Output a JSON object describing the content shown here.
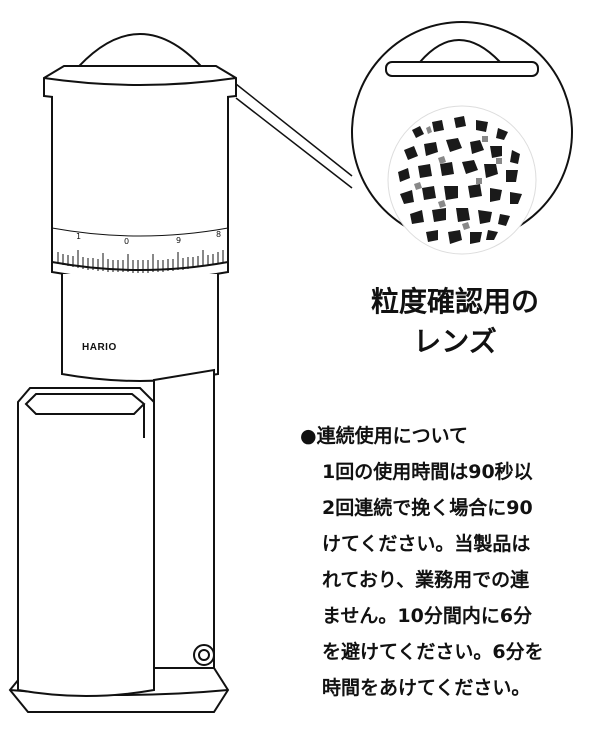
{
  "brand": "HARIO",
  "dial_numbers": [
    "1",
    "0",
    "9",
    "8"
  ],
  "lens_caption": {
    "line1": "粒度確認用の",
    "line2": "レンズ"
  },
  "usage_note": {
    "heading": "●連続使用について",
    "lines": [
      "1回の使用時間は90秒以",
      "2回連続で挽く場合に90",
      "けてください。当製品は",
      "れており、業務用での連",
      "ません。10分間内に6分",
      "を避けてください。6分を",
      "時間をあけてください。"
    ]
  }
}
